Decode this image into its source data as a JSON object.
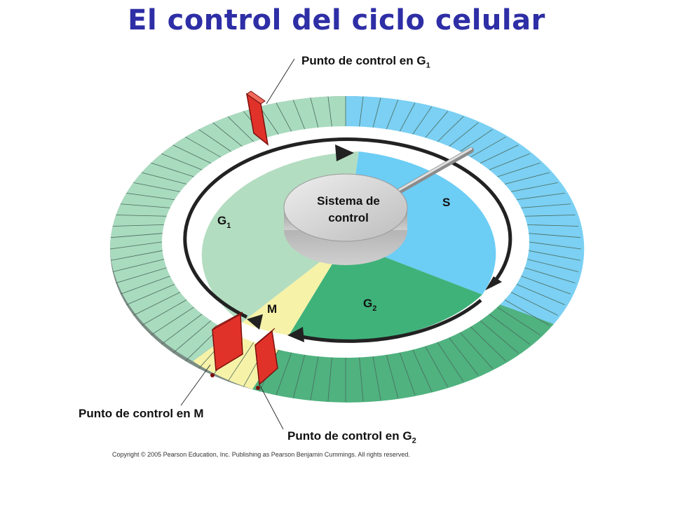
{
  "title": "El control del ciclo celular",
  "center_label": {
    "line1": "Sistema de",
    "line2": "control"
  },
  "phases": [
    {
      "name": "G",
      "sub": "1",
      "color": "#b3ddc1"
    },
    {
      "name": "S",
      "sub": "",
      "color": "#6ccdf5"
    },
    {
      "name": "G",
      "sub": "2",
      "color": "#3fb27a"
    },
    {
      "name": "M",
      "sub": "",
      "color": "#f6f2a8"
    }
  ],
  "checkpoints": [
    {
      "prefix": "Punto de control en G",
      "sub": "1"
    },
    {
      "prefix": "Punto de control en M",
      "sub": ""
    },
    {
      "prefix": "Punto de control en G",
      "sub": "2"
    }
  ],
  "copyright": "Copyright © 2005 Pearson Education, Inc. Publishing as Pearson Benjamin Cummings. All rights reserved.",
  "colors": {
    "title": "#2e2ea6",
    "checkpoint_red": "#e1322a",
    "outer_ring_green": "#a9dbbf",
    "outer_ring_blue": "#7bd0f3",
    "outer_ring_dark_green": "#4fb27f"
  }
}
